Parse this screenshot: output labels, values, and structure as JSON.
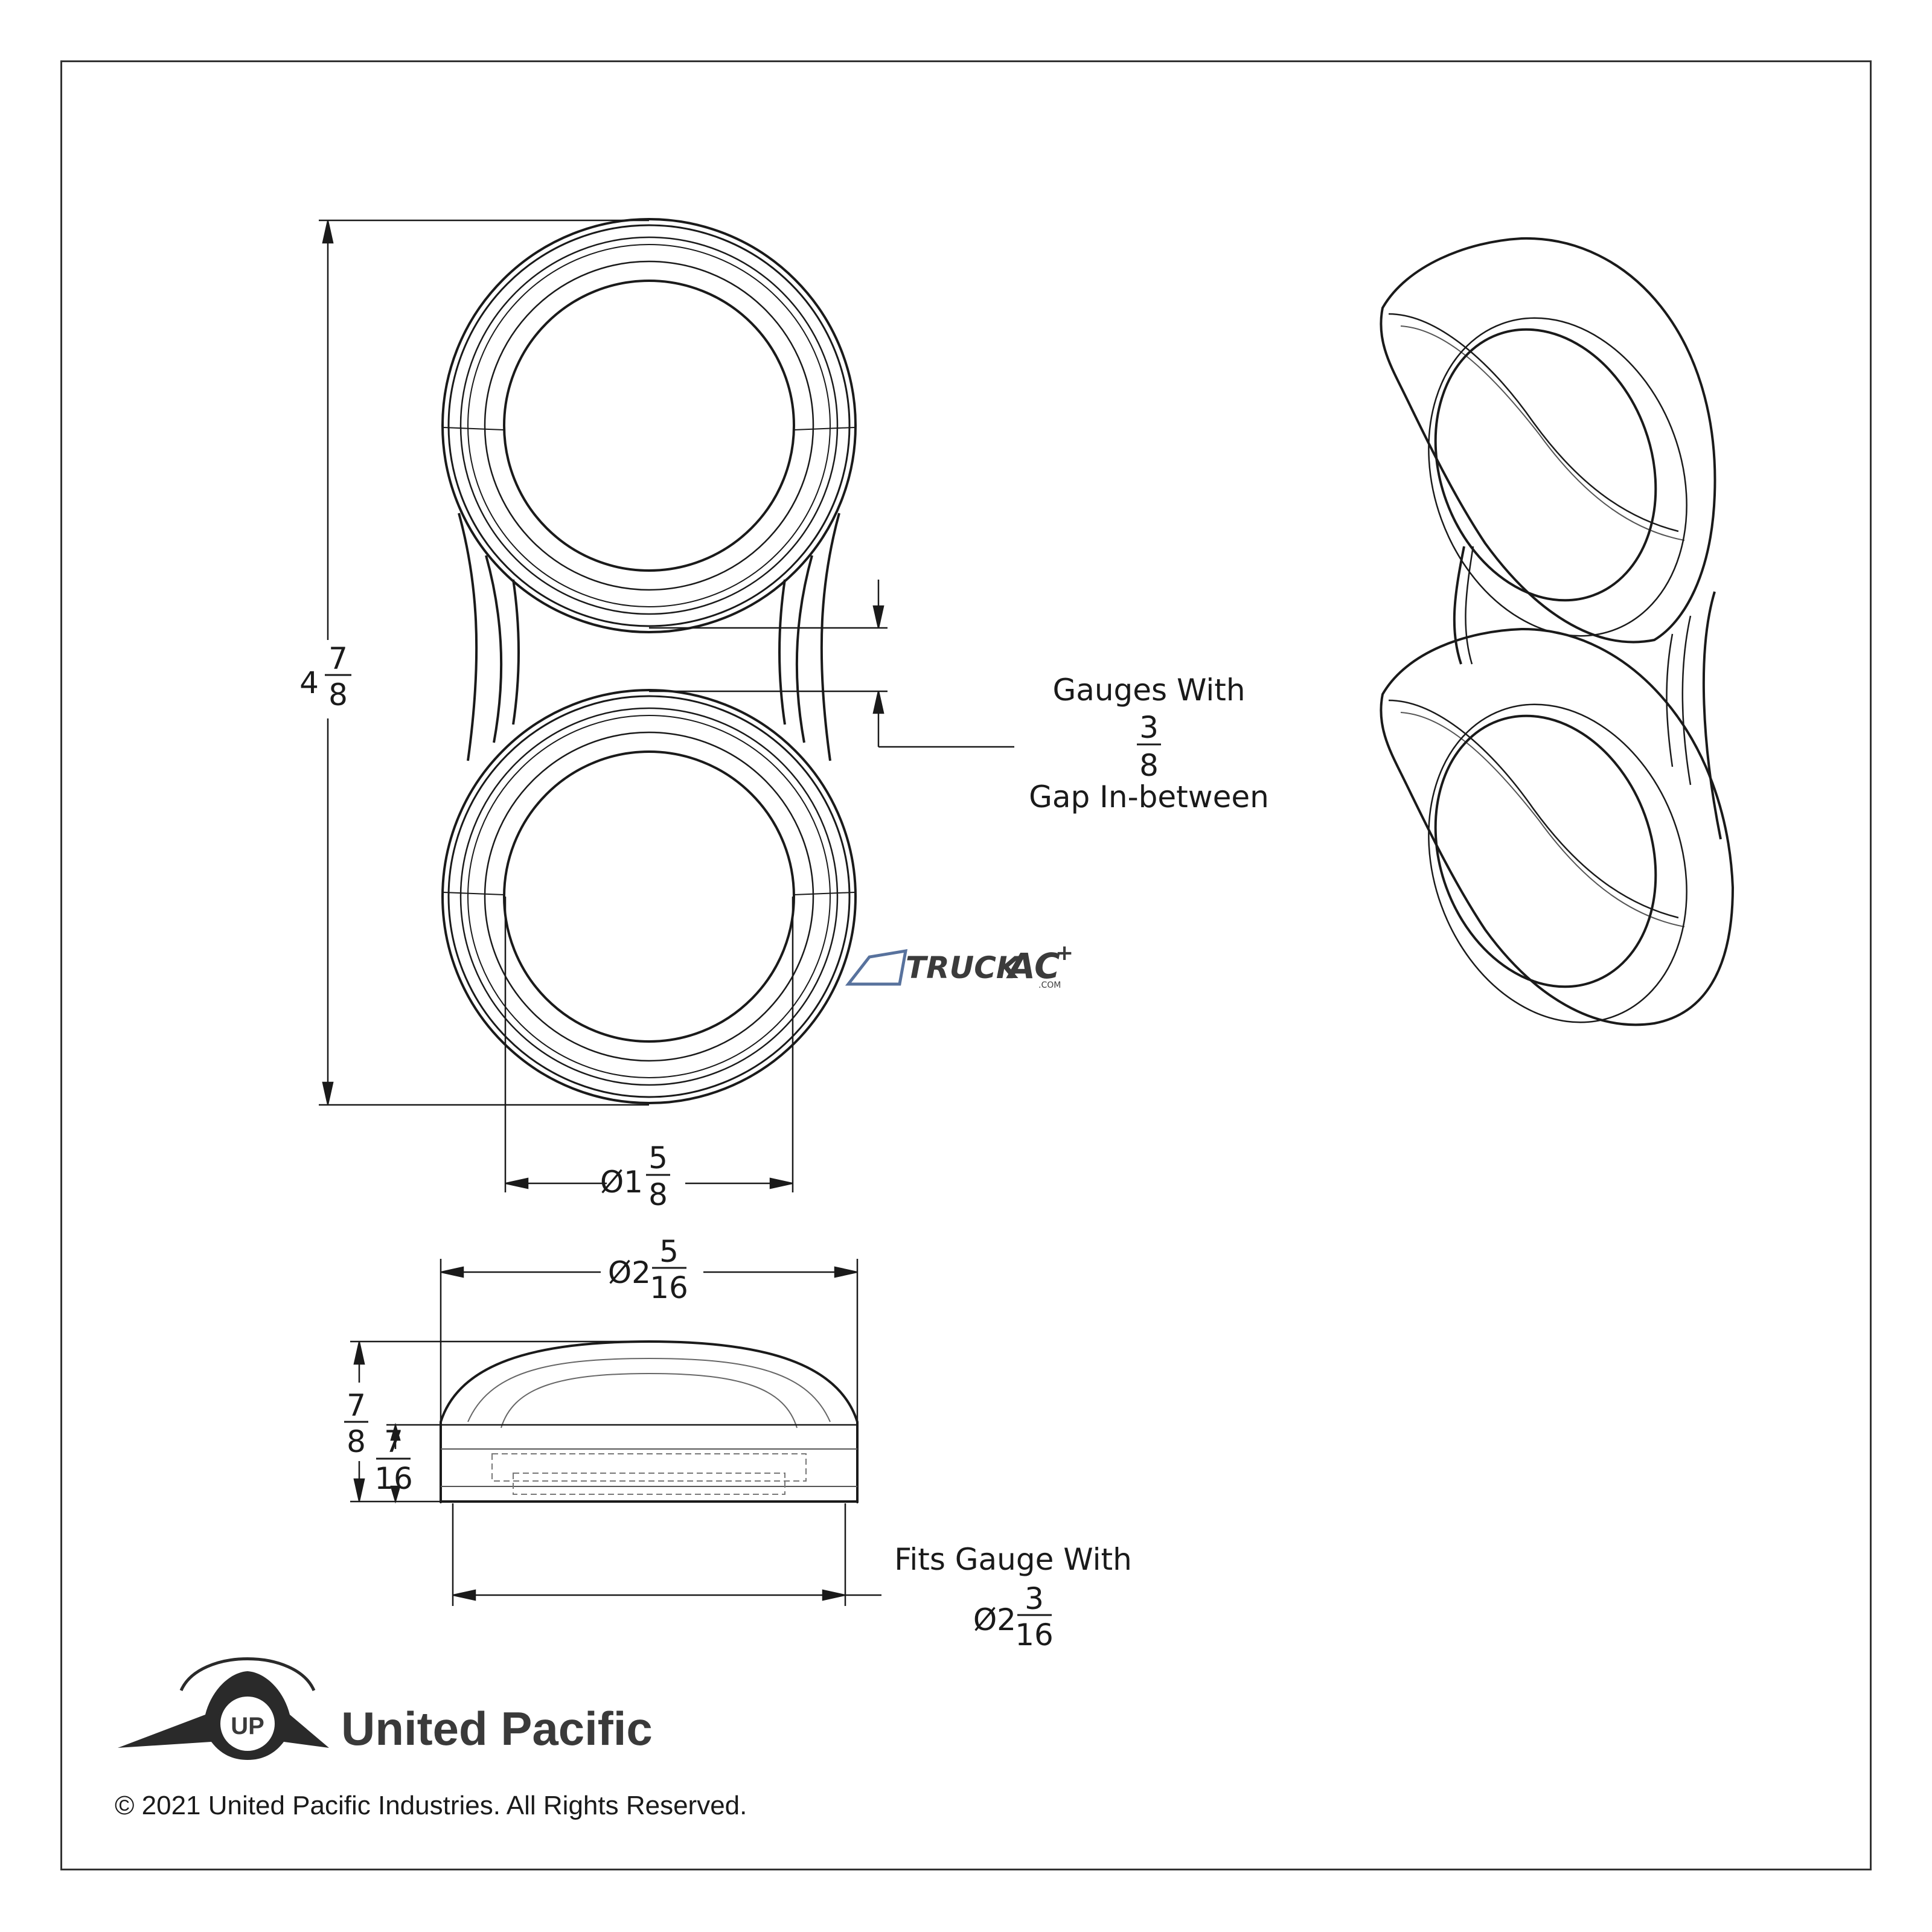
{
  "dimensions": {
    "height": {
      "whole": "4",
      "num": "7",
      "den": "8"
    },
    "inner_diameter": {
      "prefix": "Ø1",
      "num": "5",
      "den": "8"
    },
    "outer_diameter": {
      "prefix": "Ø2",
      "num": "5",
      "den": "16"
    },
    "side_height": {
      "num": "7",
      "den": "8"
    },
    "base_height": {
      "num": "7",
      "den": "16"
    }
  },
  "gap_note": {
    "line1": "Gauges With",
    "num": "3",
    "den": "8",
    "line2": "Gap In-between"
  },
  "fit_note": {
    "line1": "Fits Gauge With",
    "prefix": "Ø2",
    "num": "3",
    "den": "16"
  },
  "watermark": {
    "word1": "TRUCK",
    "word2": "AC",
    "suffix": ".COM"
  },
  "brand": {
    "name": "United Pacific",
    "emblem": "UP"
  },
  "copyright": "© 2021 United Pacific Industries. All Rights Reserved.",
  "colors": {
    "line": "#1a1a1a",
    "watermark_blue": "#3b5a8c",
    "watermark_orange": "#e07a1f"
  }
}
